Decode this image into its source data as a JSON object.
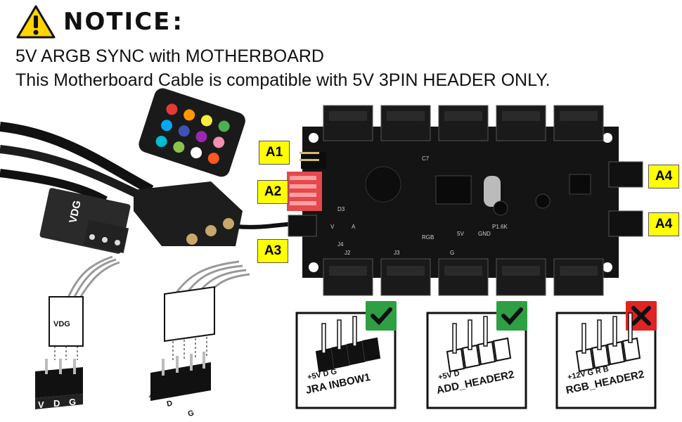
{
  "notice": {
    "icon": "warning-triangle-icon",
    "title": "NOTICE",
    "colon": ":",
    "line1": "5V ARGB SYNC with MOTHERBOARD",
    "line2": "This Motherboard Cable is compatible with 5V 3PIN HEADER ONLY."
  },
  "callouts": {
    "a1": "A1",
    "a2": "A2",
    "a3": "A3",
    "a4_top": "A4",
    "a4_bottom": "A4"
  },
  "connector_labels": {
    "vdg_plug": "VDG",
    "vdg_plug_small": "VDG",
    "pin_v": "V",
    "pin_d": "D",
    "pin_g": "G",
    "pin4_5v": "+5V",
    "pin4_d": "D",
    "pin4_g": "G"
  },
  "headers": [
    {
      "name": "JRA INBOW1",
      "pins": "+5V  D    G",
      "status": "check",
      "color": "#2ea043"
    },
    {
      "name": "ADD_HEADER2",
      "pins": "+5V  D",
      "status": "check",
      "color": "#2ea043"
    },
    {
      "name": "RGB_HEADER2",
      "pins": "+12V  G  R  B",
      "status": "cross",
      "color": "#e02424"
    }
  ],
  "remote": {
    "button_colors": [
      "#e53935",
      "#ff9800",
      "#ffeb3b",
      "#4caf50",
      "#03a9f4",
      "#3f51b5",
      "#9c27b0",
      "#f48fb1",
      "#00bcd4",
      "#8bc34a",
      "#ffffff",
      "#ff5722"
    ]
  },
  "board_labels": [
    "P1.6K",
    "GND",
    "RGB",
    "5V",
    "J4",
    "J2",
    "J3",
    "G",
    "D3",
    "A",
    "V",
    "C7"
  ]
}
